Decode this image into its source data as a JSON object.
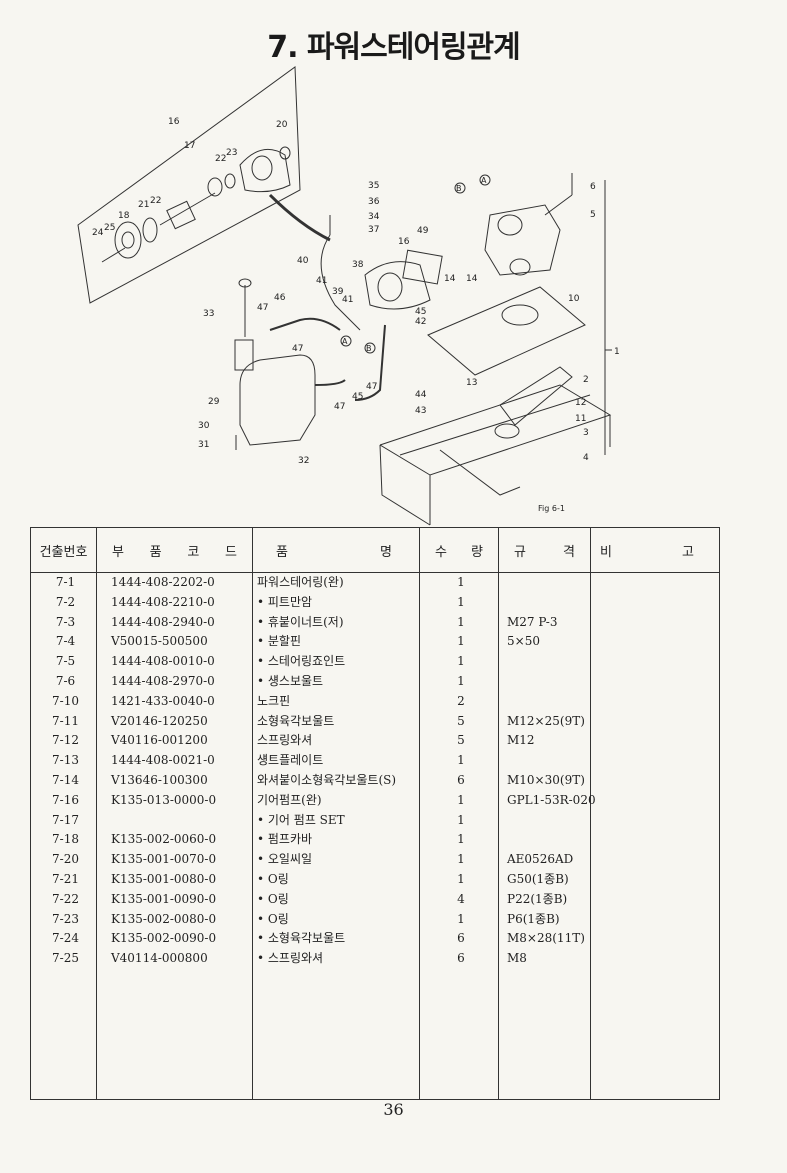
{
  "title": "7. 파워스테어링관계",
  "diagram": {
    "fig_label": "Fig 6-1",
    "labels": [
      "1",
      "2",
      "3",
      "4",
      "5",
      "6",
      "10",
      "11",
      "12",
      "13",
      "14",
      "14",
      "16",
      "16",
      "17",
      "18",
      "20",
      "21",
      "22",
      "22",
      "23",
      "24",
      "25",
      "29",
      "30",
      "31",
      "32",
      "33",
      "34",
      "35",
      "36",
      "37",
      "38",
      "39",
      "40",
      "41",
      "41",
      "42",
      "43",
      "44",
      "45",
      "45",
      "46",
      "47",
      "47",
      "47",
      "47",
      "49"
    ],
    "markers": [
      "A",
      "B",
      "A",
      "B"
    ]
  },
  "table": {
    "headers": {
      "no": "건출번호",
      "code": [
        "부",
        "품",
        "코",
        "드"
      ],
      "name": [
        "품",
        "명"
      ],
      "qty": [
        "수",
        "량"
      ],
      "spec": [
        "규",
        "격"
      ],
      "remark": [
        "비",
        "고"
      ]
    },
    "rows": [
      {
        "no": "7-1",
        "code": "1444-408-2202-0",
        "name": "파워스테어링(완)",
        "qty": "1",
        "spec": ""
      },
      {
        "no": "7-2",
        "code": "1444-408-2210-0",
        "name": "• 피트만암",
        "qty": "1",
        "spec": ""
      },
      {
        "no": "7-3",
        "code": "1444-408-2940-0",
        "name": "• 휴붙이너트(저)",
        "qty": "1",
        "spec": "M27 P-3"
      },
      {
        "no": "7-4",
        "code": "V50015-500500",
        "name": "• 분할핀",
        "qty": "1",
        "spec": "5×50"
      },
      {
        "no": "7-5",
        "code": "1444-408-0010-0",
        "name": "• 스테어링죠인트",
        "qty": "1",
        "spec": ""
      },
      {
        "no": "7-6",
        "code": "1444-408-2970-0",
        "name": "• 섕스보울트",
        "qty": "1",
        "spec": ""
      },
      {
        "no": "7-10",
        "code": "1421-433-0040-0",
        "name": "노크핀",
        "qty": "2",
        "spec": ""
      },
      {
        "no": "7-11",
        "code": "V20146-120250",
        "name": "소형육각보울트",
        "qty": "5",
        "spec": "M12×25(9T)"
      },
      {
        "no": "7-12",
        "code": "V40116-001200",
        "name": "스프링와셔",
        "qty": "5",
        "spec": "M12"
      },
      {
        "no": "7-13",
        "code": "1444-408-0021-0",
        "name": "섕트플레이트",
        "qty": "1",
        "spec": ""
      },
      {
        "no": "7-14",
        "code": "V13646-100300",
        "name": "와셔붙이소형육각보울트(S)",
        "qty": "6",
        "spec": "M10×30(9T)"
      },
      {
        "no": "7-16",
        "code": "K135-013-0000-0",
        "name": "기어펌프(완)",
        "qty": "1",
        "spec": "GPL1-53R-020"
      },
      {
        "no": "7-17",
        "code": "",
        "name": "• 기어 펌프 SET",
        "qty": "1",
        "spec": ""
      },
      {
        "no": "7-18",
        "code": "K135-002-0060-0",
        "name": "• 펌프카바",
        "qty": "1",
        "spec": ""
      },
      {
        "no": "7-20",
        "code": "K135-001-0070-0",
        "name": "• 오일씨일",
        "qty": "1",
        "spec": "AE0526AD"
      },
      {
        "no": "7-21",
        "code": "K135-001-0080-0",
        "name": "• O링",
        "qty": "1",
        "spec": "G50(1종B)"
      },
      {
        "no": "7-22",
        "code": "K135-001-0090-0",
        "name": "• O링",
        "qty": "4",
        "spec": "P22(1종B)"
      },
      {
        "no": "7-23",
        "code": "K135-002-0080-0",
        "name": "• O링",
        "qty": "1",
        "spec": "P6(1종B)"
      },
      {
        "no": "7-24",
        "code": "K135-002-0090-0",
        "name": "• 소형육각보울트",
        "qty": "6",
        "spec": "M8×28(11T)"
      },
      {
        "no": "7-25",
        "code": "V40114-000800",
        "name": "• 스프링와셔",
        "qty": "6",
        "spec": "M8"
      }
    ]
  },
  "page_number": "36",
  "colors": {
    "ink": "#222222",
    "paper": "#f7f6f1"
  }
}
